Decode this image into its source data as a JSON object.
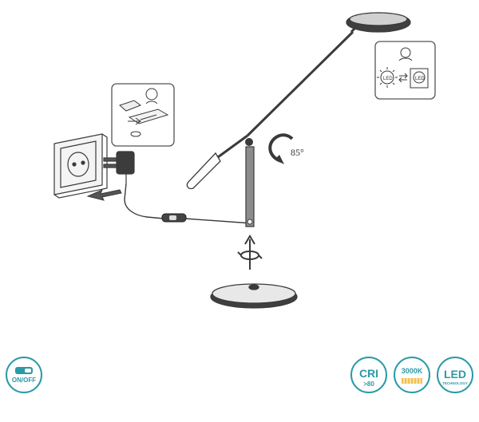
{
  "diagram": {
    "rotation_angle_label": "85°"
  },
  "badges": {
    "switch_label": "ON/OFF",
    "cri_title": "CRI",
    "cri_value": ">80",
    "color_temp": "3000K",
    "led_title": "LED",
    "led_subtitle": "TECHNOLOGY"
  },
  "colors": {
    "line": "#3a3a3a",
    "badge_teal": "#2a9aa6",
    "panel_border": "#555555",
    "warm_bar": "#f2c14e"
  }
}
